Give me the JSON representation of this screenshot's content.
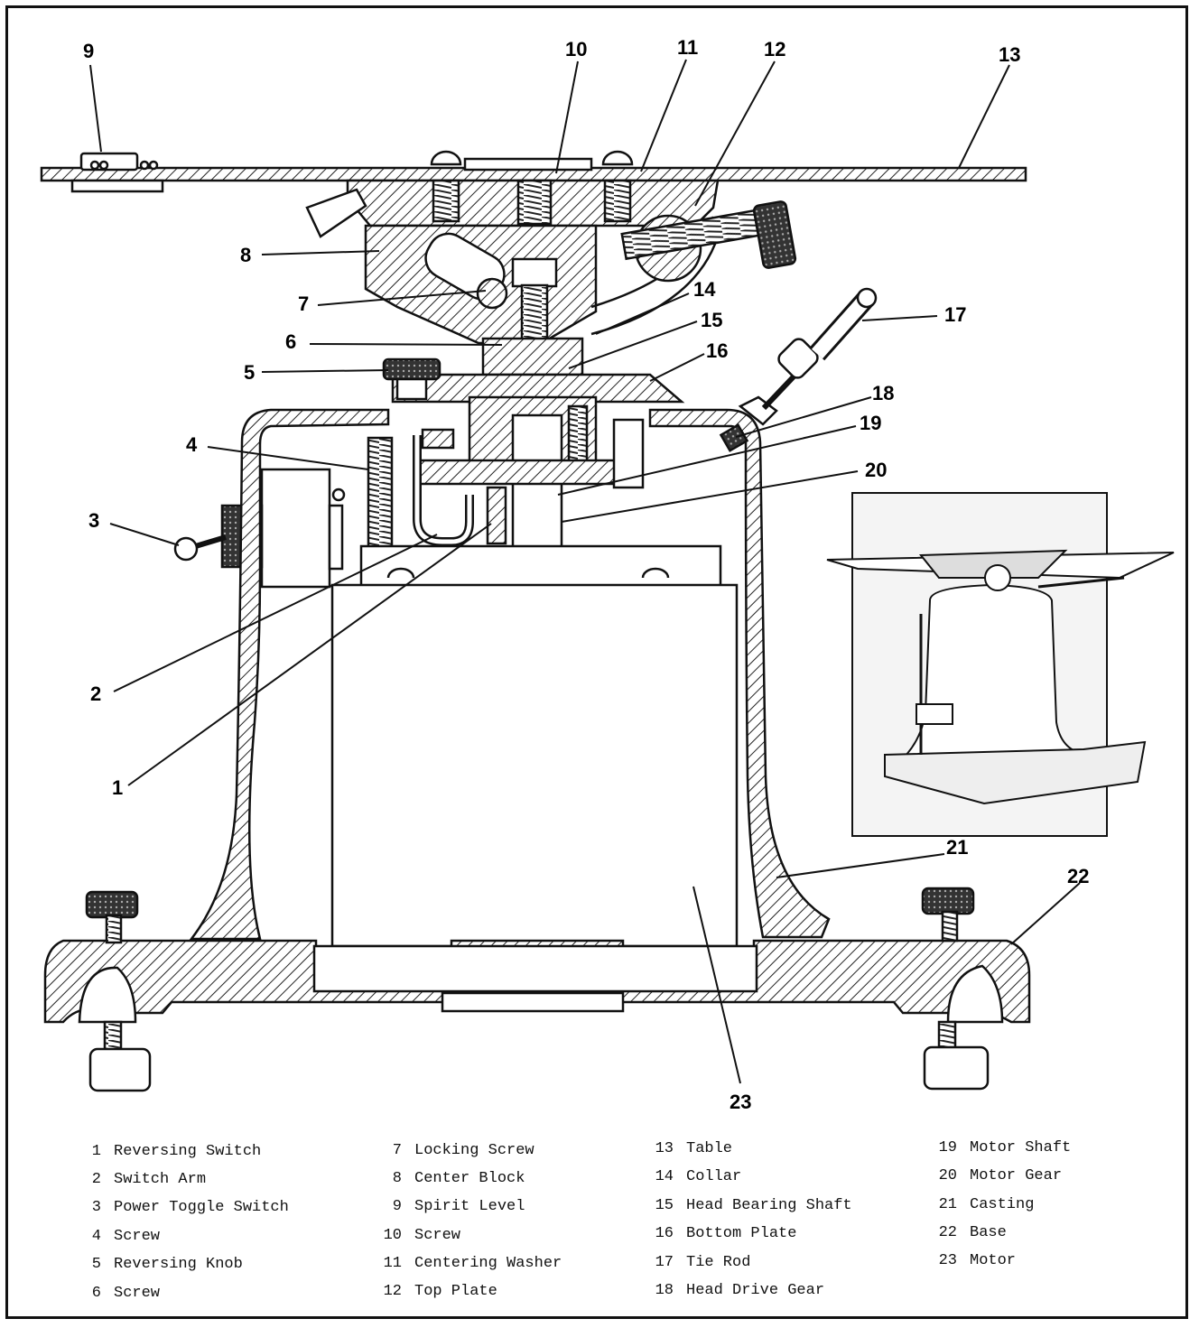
{
  "callouts": [
    "1",
    "2",
    "3",
    "4",
    "5",
    "6",
    "7",
    "8",
    "9",
    "10",
    "11",
    "12",
    "13",
    "14",
    "15",
    "16",
    "17",
    "18",
    "19",
    "20",
    "21",
    "22",
    "23"
  ],
  "legend": [
    {
      "num": "1",
      "label": "Reversing Switch"
    },
    {
      "num": "2",
      "label": "Switch Arm"
    },
    {
      "num": "3",
      "label": "Power Toggle Switch"
    },
    {
      "num": "4",
      "label": "Screw"
    },
    {
      "num": "5",
      "label": "Reversing Knob"
    },
    {
      "num": "6",
      "label": "Screw"
    },
    {
      "num": "7",
      "label": "Locking Screw"
    },
    {
      "num": "8",
      "label": "Center Block"
    },
    {
      "num": "9",
      "label": "Spirit Level"
    },
    {
      "num": "10",
      "label": "Screw"
    },
    {
      "num": "11",
      "label": "Centering Washer"
    },
    {
      "num": "12",
      "label": "Top Plate"
    },
    {
      "num": "13",
      "label": "Table"
    },
    {
      "num": "14",
      "label": "Collar"
    },
    {
      "num": "15",
      "label": "Head Bearing Shaft"
    },
    {
      "num": "16",
      "label": "Bottom Plate"
    },
    {
      "num": "17",
      "label": "Tie Rod"
    },
    {
      "num": "18",
      "label": "Head Drive Gear"
    },
    {
      "num": "19",
      "label": "Motor Shaft"
    },
    {
      "num": "20",
      "label": "Motor Gear"
    },
    {
      "num": "21",
      "label": "Casting"
    },
    {
      "num": "22",
      "label": "Base"
    },
    {
      "num": "23",
      "label": "Motor"
    }
  ],
  "colors": {
    "ink": "#111111",
    "paper": "#ffffff",
    "hatch": "#222222",
    "shade": "#e8e8e8"
  }
}
